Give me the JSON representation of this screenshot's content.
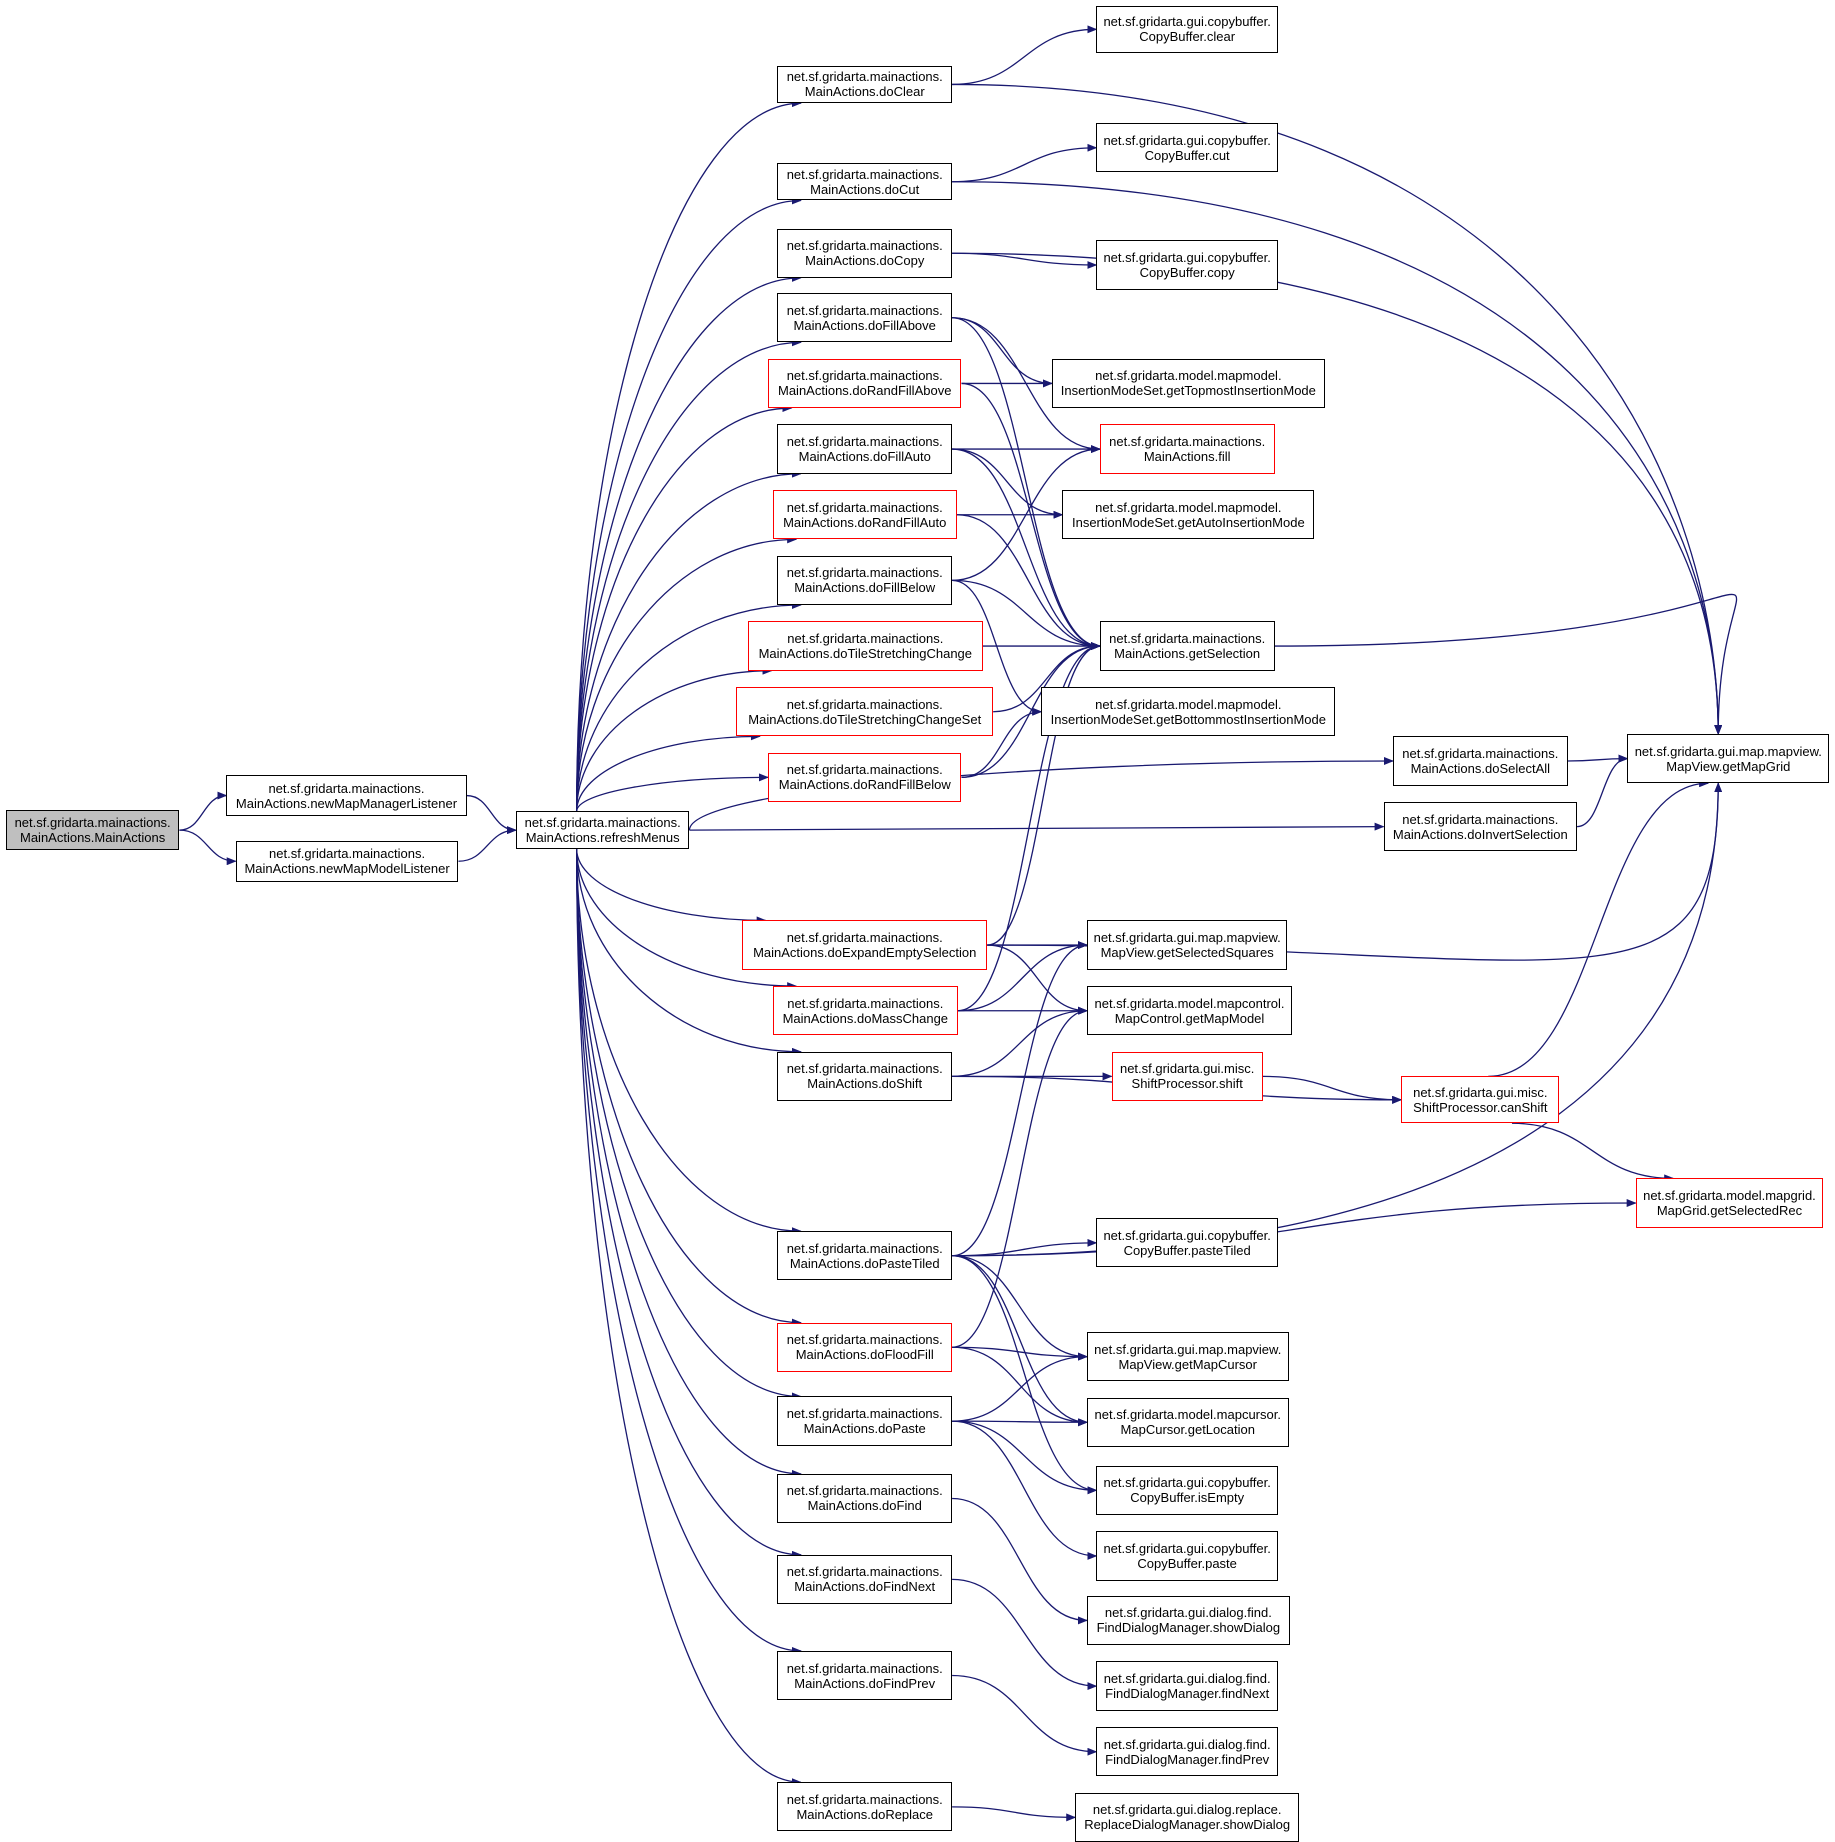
{
  "graph": {
    "type": "call-graph",
    "colors": {
      "edge": "#191970",
      "node_border_default": "#000000",
      "node_border_truncated": "#ff0000",
      "root_fill": "#bfbfbf",
      "node_fill": "#ffffff"
    },
    "nodes": [
      {
        "id": "root",
        "pkg": "net.sf.gridarta.mainactions.",
        "name": "MainActions.MainActions",
        "style": "root"
      },
      {
        "id": "newMapManagerListener",
        "pkg": "net.sf.gridarta.mainactions.",
        "name": "MainActions.newMapManagerListener",
        "style": "normal"
      },
      {
        "id": "newMapModelListener",
        "pkg": "net.sf.gridarta.mainactions.",
        "name": "MainActions.newMapModelListener",
        "style": "normal"
      },
      {
        "id": "refreshMenus",
        "pkg": "net.sf.gridarta.mainactions.",
        "name": "MainActions.refreshMenus",
        "style": "normal"
      },
      {
        "id": "doClear",
        "pkg": "net.sf.gridarta.mainactions.",
        "name": "MainActions.doClear",
        "style": "normal"
      },
      {
        "id": "doCut",
        "pkg": "net.sf.gridarta.mainactions.",
        "name": "MainActions.doCut",
        "style": "normal"
      },
      {
        "id": "doCopy",
        "pkg": "net.sf.gridarta.mainactions.",
        "name": "MainActions.doCopy",
        "style": "normal"
      },
      {
        "id": "doFillAbove",
        "pkg": "net.sf.gridarta.mainactions.",
        "name": "MainActions.doFillAbove",
        "style": "normal"
      },
      {
        "id": "doRandFillAbove",
        "pkg": "net.sf.gridarta.mainactions.",
        "name": "MainActions.doRandFillAbove",
        "style": "red"
      },
      {
        "id": "doFillAuto",
        "pkg": "net.sf.gridarta.mainactions.",
        "name": "MainActions.doFillAuto",
        "style": "normal"
      },
      {
        "id": "doRandFillAuto",
        "pkg": "net.sf.gridarta.mainactions.",
        "name": "MainActions.doRandFillAuto",
        "style": "red"
      },
      {
        "id": "doFillBelow",
        "pkg": "net.sf.gridarta.mainactions.",
        "name": "MainActions.doFillBelow",
        "style": "normal"
      },
      {
        "id": "doTileStretchingChange",
        "pkg": "net.sf.gridarta.mainactions.",
        "name": "MainActions.doTileStretchingChange",
        "style": "red"
      },
      {
        "id": "doTileStretchingChangeSet",
        "pkg": "net.sf.gridarta.mainactions.",
        "name": "MainActions.doTileStretchingChangeSet",
        "style": "red"
      },
      {
        "id": "doRandFillBelow",
        "pkg": "net.sf.gridarta.mainactions.",
        "name": "MainActions.doRandFillBelow",
        "style": "red"
      },
      {
        "id": "doExpandEmptySelection",
        "pkg": "net.sf.gridarta.mainactions.",
        "name": "MainActions.doExpandEmptySelection",
        "style": "red"
      },
      {
        "id": "doMassChange",
        "pkg": "net.sf.gridarta.mainactions.",
        "name": "MainActions.doMassChange",
        "style": "red"
      },
      {
        "id": "doShift",
        "pkg": "net.sf.gridarta.mainactions.",
        "name": "MainActions.doShift",
        "style": "normal"
      },
      {
        "id": "doPasteTiled",
        "pkg": "net.sf.gridarta.mainactions.",
        "name": "MainActions.doPasteTiled",
        "style": "normal"
      },
      {
        "id": "doFloodFill",
        "pkg": "net.sf.gridarta.mainactions.",
        "name": "MainActions.doFloodFill",
        "style": "red"
      },
      {
        "id": "doPaste",
        "pkg": "net.sf.gridarta.mainactions.",
        "name": "MainActions.doPaste",
        "style": "normal"
      },
      {
        "id": "doFind",
        "pkg": "net.sf.gridarta.mainactions.",
        "name": "MainActions.doFind",
        "style": "normal"
      },
      {
        "id": "doFindNext",
        "pkg": "net.sf.gridarta.mainactions.",
        "name": "MainActions.doFindNext",
        "style": "normal"
      },
      {
        "id": "doFindPrev",
        "pkg": "net.sf.gridarta.mainactions.",
        "name": "MainActions.doFindPrev",
        "style": "normal"
      },
      {
        "id": "doReplace",
        "pkg": "net.sf.gridarta.mainactions.",
        "name": "MainActions.doReplace",
        "style": "normal"
      },
      {
        "id": "cbClear",
        "pkg": "net.sf.gridarta.gui.copybuffer.",
        "name": "CopyBuffer.clear",
        "style": "normal"
      },
      {
        "id": "cbCut",
        "pkg": "net.sf.gridarta.gui.copybuffer.",
        "name": "CopyBuffer.cut",
        "style": "normal"
      },
      {
        "id": "cbCopy",
        "pkg": "net.sf.gridarta.gui.copybuffer.",
        "name": "CopyBuffer.copy",
        "style": "normal"
      },
      {
        "id": "getTopmost",
        "pkg": "net.sf.gridarta.model.mapmodel.",
        "name": "InsertionModeSet.getTopmostInsertionMode",
        "style": "normal"
      },
      {
        "id": "fill",
        "pkg": "net.sf.gridarta.mainactions.",
        "name": "MainActions.fill",
        "style": "red"
      },
      {
        "id": "getAuto",
        "pkg": "net.sf.gridarta.model.mapmodel.",
        "name": "InsertionModeSet.getAutoInsertionMode",
        "style": "normal"
      },
      {
        "id": "getSelection",
        "pkg": "net.sf.gridarta.mainactions.",
        "name": "MainActions.getSelection",
        "style": "normal"
      },
      {
        "id": "getBottommost",
        "pkg": "net.sf.gridarta.model.mapmodel.",
        "name": "InsertionModeSet.getBottommostInsertionMode",
        "style": "normal"
      },
      {
        "id": "doSelectAll",
        "pkg": "net.sf.gridarta.mainactions.",
        "name": "MainActions.doSelectAll",
        "style": "normal"
      },
      {
        "id": "doInvertSelection",
        "pkg": "net.sf.gridarta.mainactions.",
        "name": "MainActions.doInvertSelection",
        "style": "normal"
      },
      {
        "id": "getMapGrid",
        "pkg": "net.sf.gridarta.gui.map.mapview.",
        "name": "MapView.getMapGrid",
        "style": "normal"
      },
      {
        "id": "getSelectedSquares",
        "pkg": "net.sf.gridarta.gui.map.mapview.",
        "name": "MapView.getSelectedSquares",
        "style": "normal"
      },
      {
        "id": "getMapModel",
        "pkg": "net.sf.gridarta.model.mapcontrol.",
        "name": "MapControl.getMapModel",
        "style": "normal"
      },
      {
        "id": "shift",
        "pkg": "net.sf.gridarta.gui.misc.",
        "name": "ShiftProcessor.shift",
        "style": "red"
      },
      {
        "id": "canShift",
        "pkg": "net.sf.gridarta.gui.misc.",
        "name": "ShiftProcessor.canShift",
        "style": "red"
      },
      {
        "id": "getSelectedRec",
        "pkg": "net.sf.gridarta.model.mapgrid.",
        "name": "MapGrid.getSelectedRec",
        "style": "red"
      },
      {
        "id": "cbPasteTiled",
        "pkg": "net.sf.gridarta.gui.copybuffer.",
        "name": "CopyBuffer.pasteTiled",
        "style": "normal"
      },
      {
        "id": "getMapCursor",
        "pkg": "net.sf.gridarta.gui.map.mapview.",
        "name": "MapView.getMapCursor",
        "style": "normal"
      },
      {
        "id": "getLocation",
        "pkg": "net.sf.gridarta.model.mapcursor.",
        "name": "MapCursor.getLocation",
        "style": "normal"
      },
      {
        "id": "cbIsEmpty",
        "pkg": "net.sf.gridarta.gui.copybuffer.",
        "name": "CopyBuffer.isEmpty",
        "style": "normal"
      },
      {
        "id": "cbPaste",
        "pkg": "net.sf.gridarta.gui.copybuffer.",
        "name": "CopyBuffer.paste",
        "style": "normal"
      },
      {
        "id": "findShowDialog",
        "pkg": "net.sf.gridarta.gui.dialog.find.",
        "name": "FindDialogManager.showDialog",
        "style": "normal"
      },
      {
        "id": "findNext",
        "pkg": "net.sf.gridarta.gui.dialog.find.",
        "name": "FindDialogManager.findNext",
        "style": "normal"
      },
      {
        "id": "findPrev",
        "pkg": "net.sf.gridarta.gui.dialog.find.",
        "name": "FindDialogManager.findPrev",
        "style": "normal"
      },
      {
        "id": "replaceShowDialog",
        "pkg": "net.sf.gridarta.gui.dialog.replace.",
        "name": "ReplaceDialogManager.showDialog",
        "style": "normal"
      }
    ],
    "edges": [
      [
        "root",
        "newMapManagerListener"
      ],
      [
        "root",
        "newMapModelListener"
      ],
      [
        "newMapManagerListener",
        "refreshMenus"
      ],
      [
        "newMapModelListener",
        "refreshMenus"
      ],
      [
        "refreshMenus",
        "doClear"
      ],
      [
        "refreshMenus",
        "doCut"
      ],
      [
        "refreshMenus",
        "doCopy"
      ],
      [
        "refreshMenus",
        "doFillAbove"
      ],
      [
        "refreshMenus",
        "doRandFillAbove"
      ],
      [
        "refreshMenus",
        "doFillAuto"
      ],
      [
        "refreshMenus",
        "doRandFillAuto"
      ],
      [
        "refreshMenus",
        "doFillBelow"
      ],
      [
        "refreshMenus",
        "doTileStretchingChange"
      ],
      [
        "refreshMenus",
        "doTileStretchingChangeSet"
      ],
      [
        "refreshMenus",
        "doRandFillBelow"
      ],
      [
        "refreshMenus",
        "doSelectAll"
      ],
      [
        "refreshMenus",
        "doInvertSelection"
      ],
      [
        "refreshMenus",
        "doExpandEmptySelection"
      ],
      [
        "refreshMenus",
        "doMassChange"
      ],
      [
        "refreshMenus",
        "doShift"
      ],
      [
        "refreshMenus",
        "doPasteTiled"
      ],
      [
        "refreshMenus",
        "doFloodFill"
      ],
      [
        "refreshMenus",
        "doPaste"
      ],
      [
        "refreshMenus",
        "doFind"
      ],
      [
        "refreshMenus",
        "doFindNext"
      ],
      [
        "refreshMenus",
        "doFindPrev"
      ],
      [
        "refreshMenus",
        "doReplace"
      ],
      [
        "doClear",
        "cbClear"
      ],
      [
        "doClear",
        "getMapGrid"
      ],
      [
        "doCut",
        "cbCut"
      ],
      [
        "doCut",
        "getMapGrid"
      ],
      [
        "doCopy",
        "cbCopy"
      ],
      [
        "doCopy",
        "getMapGrid"
      ],
      [
        "doFillAbove",
        "getTopmost"
      ],
      [
        "doFillAbove",
        "fill"
      ],
      [
        "doFillAbove",
        "getSelection"
      ],
      [
        "doRandFillAbove",
        "getTopmost"
      ],
      [
        "doRandFillAbove",
        "getSelection"
      ],
      [
        "doFillAuto",
        "fill"
      ],
      [
        "doFillAuto",
        "getAuto"
      ],
      [
        "doFillAuto",
        "getSelection"
      ],
      [
        "doRandFillAuto",
        "getAuto"
      ],
      [
        "doRandFillAuto",
        "getSelection"
      ],
      [
        "doFillBelow",
        "fill"
      ],
      [
        "doFillBelow",
        "getSelection"
      ],
      [
        "doFillBelow",
        "getBottommost"
      ],
      [
        "doTileStretchingChange",
        "getSelection"
      ],
      [
        "doTileStretchingChangeSet",
        "getSelection"
      ],
      [
        "doRandFillBelow",
        "getSelection"
      ],
      [
        "doRandFillBelow",
        "getBottommost"
      ],
      [
        "getSelection",
        "getMapGrid"
      ],
      [
        "doSelectAll",
        "getMapGrid"
      ],
      [
        "doInvertSelection",
        "getMapGrid"
      ],
      [
        "doExpandEmptySelection",
        "getSelection"
      ],
      [
        "doExpandEmptySelection",
        "getMapGrid"
      ],
      [
        "doExpandEmptySelection",
        "getSelectedSquares"
      ],
      [
        "doExpandEmptySelection",
        "getMapModel"
      ],
      [
        "doMassChange",
        "getSelection"
      ],
      [
        "doMassChange",
        "getSelectedSquares"
      ],
      [
        "doMassChange",
        "getMapModel"
      ],
      [
        "doShift",
        "getMapModel"
      ],
      [
        "doShift",
        "shift"
      ],
      [
        "doShift",
        "canShift"
      ],
      [
        "shift",
        "canShift"
      ],
      [
        "canShift",
        "getMapGrid"
      ],
      [
        "canShift",
        "getSelectedRec"
      ],
      [
        "doPasteTiled",
        "getSelectedSquares"
      ],
      [
        "doPasteTiled",
        "getMapGrid"
      ],
      [
        "doPasteTiled",
        "cbPasteTiled"
      ],
      [
        "doPasteTiled",
        "getSelectedRec"
      ],
      [
        "doPasteTiled",
        "getMapCursor"
      ],
      [
        "doPasteTiled",
        "getLocation"
      ],
      [
        "doPasteTiled",
        "cbIsEmpty"
      ],
      [
        "doFloodFill",
        "getMapModel"
      ],
      [
        "doFloodFill",
        "getMapCursor"
      ],
      [
        "doFloodFill",
        "getLocation"
      ],
      [
        "doPaste",
        "getMapCursor"
      ],
      [
        "doPaste",
        "getLocation"
      ],
      [
        "doPaste",
        "cbIsEmpty"
      ],
      [
        "doPaste",
        "cbPaste"
      ],
      [
        "doFind",
        "findShowDialog"
      ],
      [
        "doFindNext",
        "findNext"
      ],
      [
        "doFindPrev",
        "findPrev"
      ],
      [
        "doReplace",
        "replaceShowDialog"
      ]
    ]
  }
}
